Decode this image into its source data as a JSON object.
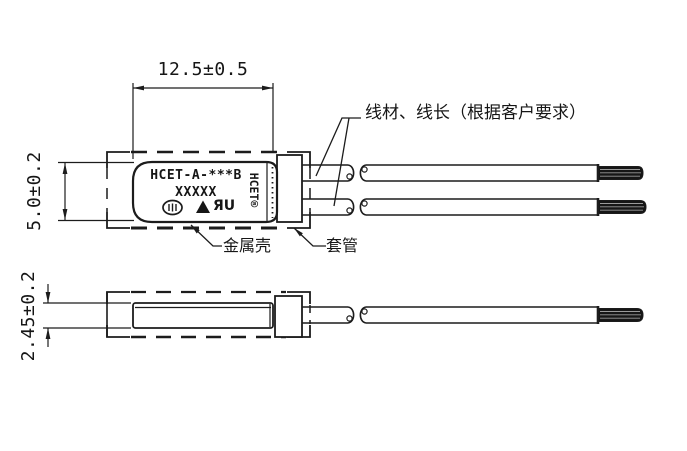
{
  "drawing": {
    "colors": {
      "line": "#1c1c1c",
      "background": "#ffffff",
      "stripped_wire": "#161616"
    },
    "dimensions": {
      "width_top": "12.5±0.5",
      "height_top_view": "5.0±0.2",
      "height_side_view": "2.45±0.2"
    },
    "labels": {
      "wire": "线材、线长（根据客户要求）",
      "metal_shell": "金属壳",
      "sleeve": "套管"
    },
    "body_marking": {
      "model": "HCET-A-***B",
      "code": "XXXXX",
      "ul_mark": "ЯU",
      "brand": "HCET®"
    },
    "icons": [
      {
        "name": "ccc-mark-icon"
      },
      {
        "name": "triangle-mark-icon"
      },
      {
        "name": "ul-mark-icon"
      }
    ]
  }
}
